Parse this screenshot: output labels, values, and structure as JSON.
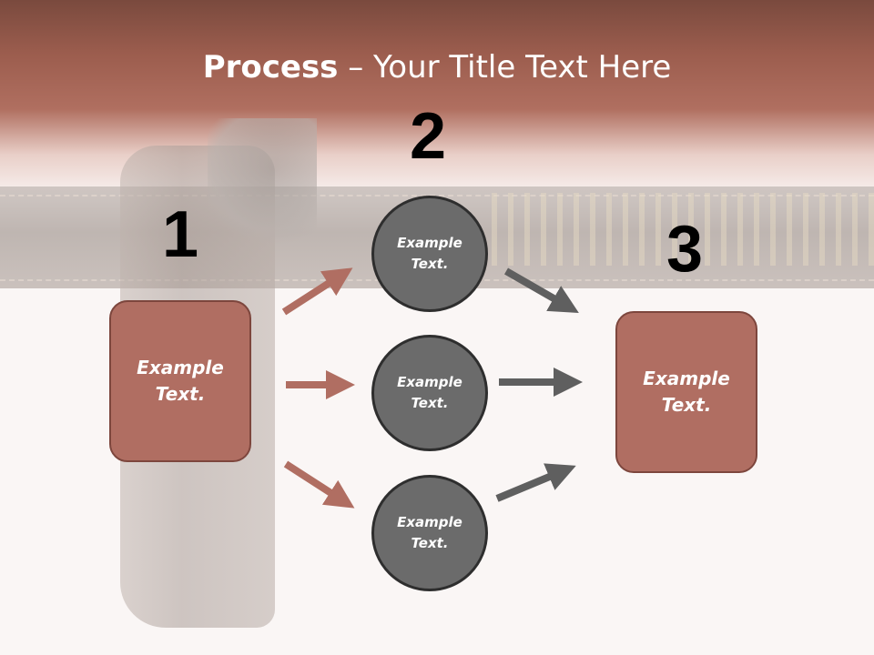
{
  "title": {
    "bold": "Process",
    "rest": " – Your Title Text Here"
  },
  "numbers": [
    "1",
    "2",
    "3"
  ],
  "box_left": {
    "label": "Example Text."
  },
  "circles": [
    {
      "label": "Example Text."
    },
    {
      "label": "Example Text."
    },
    {
      "label": "Example Text."
    }
  ],
  "box_right": {
    "label": "Example Text."
  },
  "colors": {
    "box": "#b06e62",
    "box_border": "#7d463d",
    "circle": "#6b6b6b",
    "arrow_red": "#b06e62",
    "arrow_gray": "#5f5f5f"
  }
}
